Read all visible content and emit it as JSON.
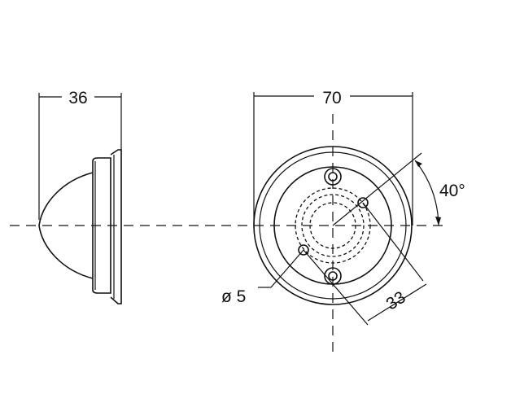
{
  "dimensions": {
    "side_width": "36",
    "front_diameter": "70",
    "angle": "40°",
    "hole_diameter": "ø 5",
    "hole_spacing": "33"
  },
  "colors": {
    "line": "#111111",
    "background": "#ffffff"
  }
}
